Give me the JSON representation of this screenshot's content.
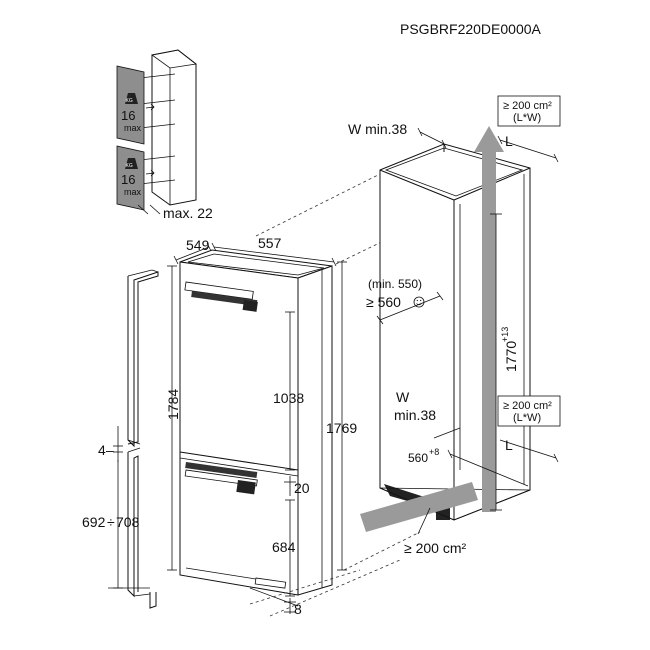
{
  "header": {
    "model_code": "PSGBRF220DE0000A"
  },
  "door_load": {
    "upper": {
      "kg_icon": "KG",
      "value": "16",
      "unit": "max"
    },
    "lower": {
      "kg_icon": "KG",
      "value": "16",
      "unit": "max"
    },
    "max_gap": "max. 22"
  },
  "appliance_dims": {
    "depth": "549",
    "width": "557",
    "total_height": "1784",
    "fridge_height": "1038",
    "cabinet_height": "1769",
    "gap_middle": "20",
    "freezer_height": "684",
    "gap_bottom": "8"
  },
  "door_dims": {
    "gap": "4",
    "range_separator": "÷",
    "range_low": "692",
    "range_high": "708"
  },
  "niche_dims": {
    "top_vent": {
      "area": "≥ 200 cm²",
      "lw": "(L*W)",
      "w_label": "W min.38",
      "l_label": "L"
    },
    "depth_min": "(min. 550)",
    "depth": "≥ 560",
    "height_value": "1770",
    "height_tolerance": "+13",
    "mid_vent": {
      "area": "≥ 200 cm²",
      "lw": "(L*W)",
      "w_label": "W",
      "w_min": "min.38",
      "l_label": "L"
    },
    "width_value": "560",
    "width_tolerance": "+8",
    "bottom_vent": "≥ 200 cm²"
  }
}
